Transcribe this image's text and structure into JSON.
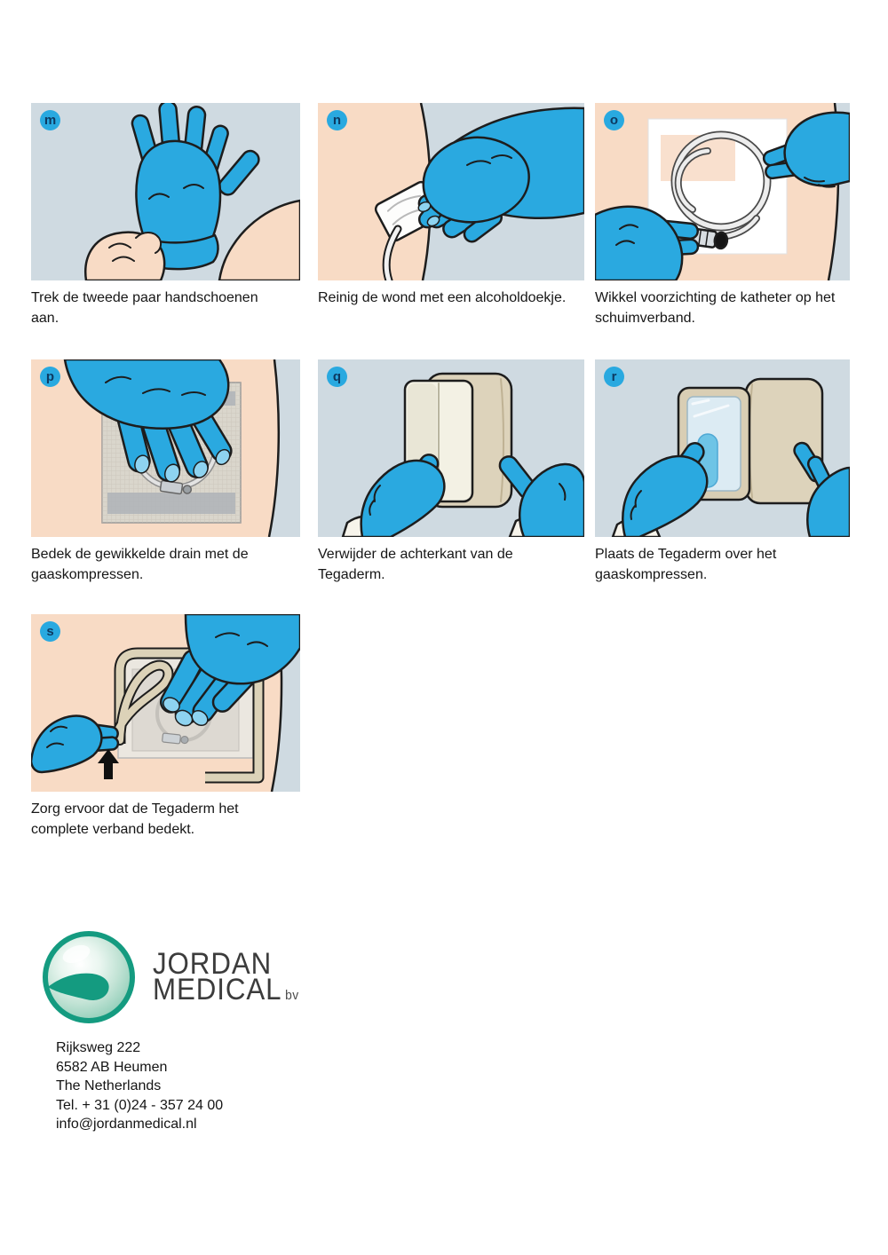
{
  "steps": [
    {
      "letter": "m",
      "caption": "Trek de tweede paar handschoenen aan."
    },
    {
      "letter": "n",
      "caption": "Reinig de wond met een alcoholdoekje."
    },
    {
      "letter": "o",
      "caption": "Wikkel voorzichting de katheter op het schuimverband."
    },
    {
      "letter": "p",
      "caption": "Bedek de gewikkelde drain met de gaaskompressen."
    },
    {
      "letter": "q",
      "caption": "Verwijder de achterkant van de Tegaderm."
    },
    {
      "letter": "r",
      "caption": "Plaats de Tegaderm over het gaaskompressen."
    },
    {
      "letter": "s",
      "caption": "Zorg ervoor dat de Tegaderm het complete verband bedekt."
    }
  ],
  "footer": {
    "logo": {
      "line1": "JORDAN",
      "line2": "MEDICAL",
      "suffix": "bv"
    },
    "address": [
      "Rijksweg 222",
      "6582 AB Heumen",
      "The Netherlands",
      "Tel. + 31 (0)24 - 357 24 00",
      "info@jordanmedical.nl"
    ]
  },
  "colors": {
    "glove_blue": "#2AA9E0",
    "badge_blue": "#29A9E0",
    "panel_gray_blue": "#CFDAE1",
    "skin": "#F8DBC5",
    "dressing_tan": "#DCD2B8",
    "logo_green": "#149B80",
    "text": "#161616"
  }
}
